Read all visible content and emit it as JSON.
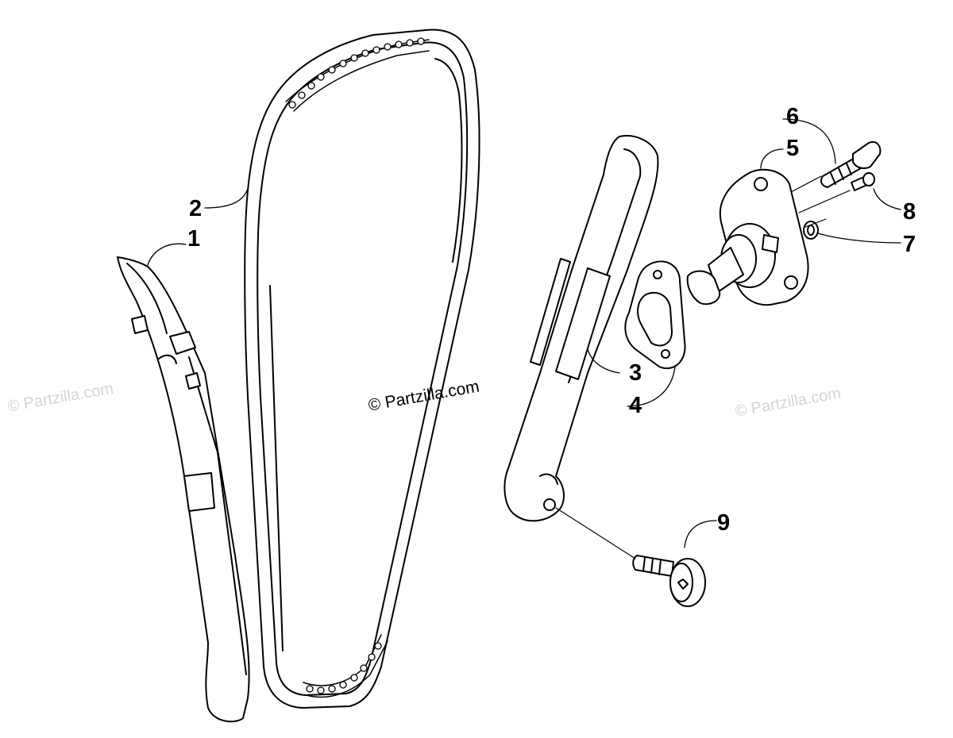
{
  "watermark": {
    "center": "© Partzilla.com",
    "left": "© Partzilla.com",
    "right": "© Partzilla.com"
  },
  "callouts": [
    "1",
    "2",
    "3",
    "4",
    "5",
    "6",
    "7",
    "8",
    "9"
  ],
  "colors": {
    "line": "#000000",
    "watermark": "#d4d4d4",
    "background": "#ffffff"
  }
}
